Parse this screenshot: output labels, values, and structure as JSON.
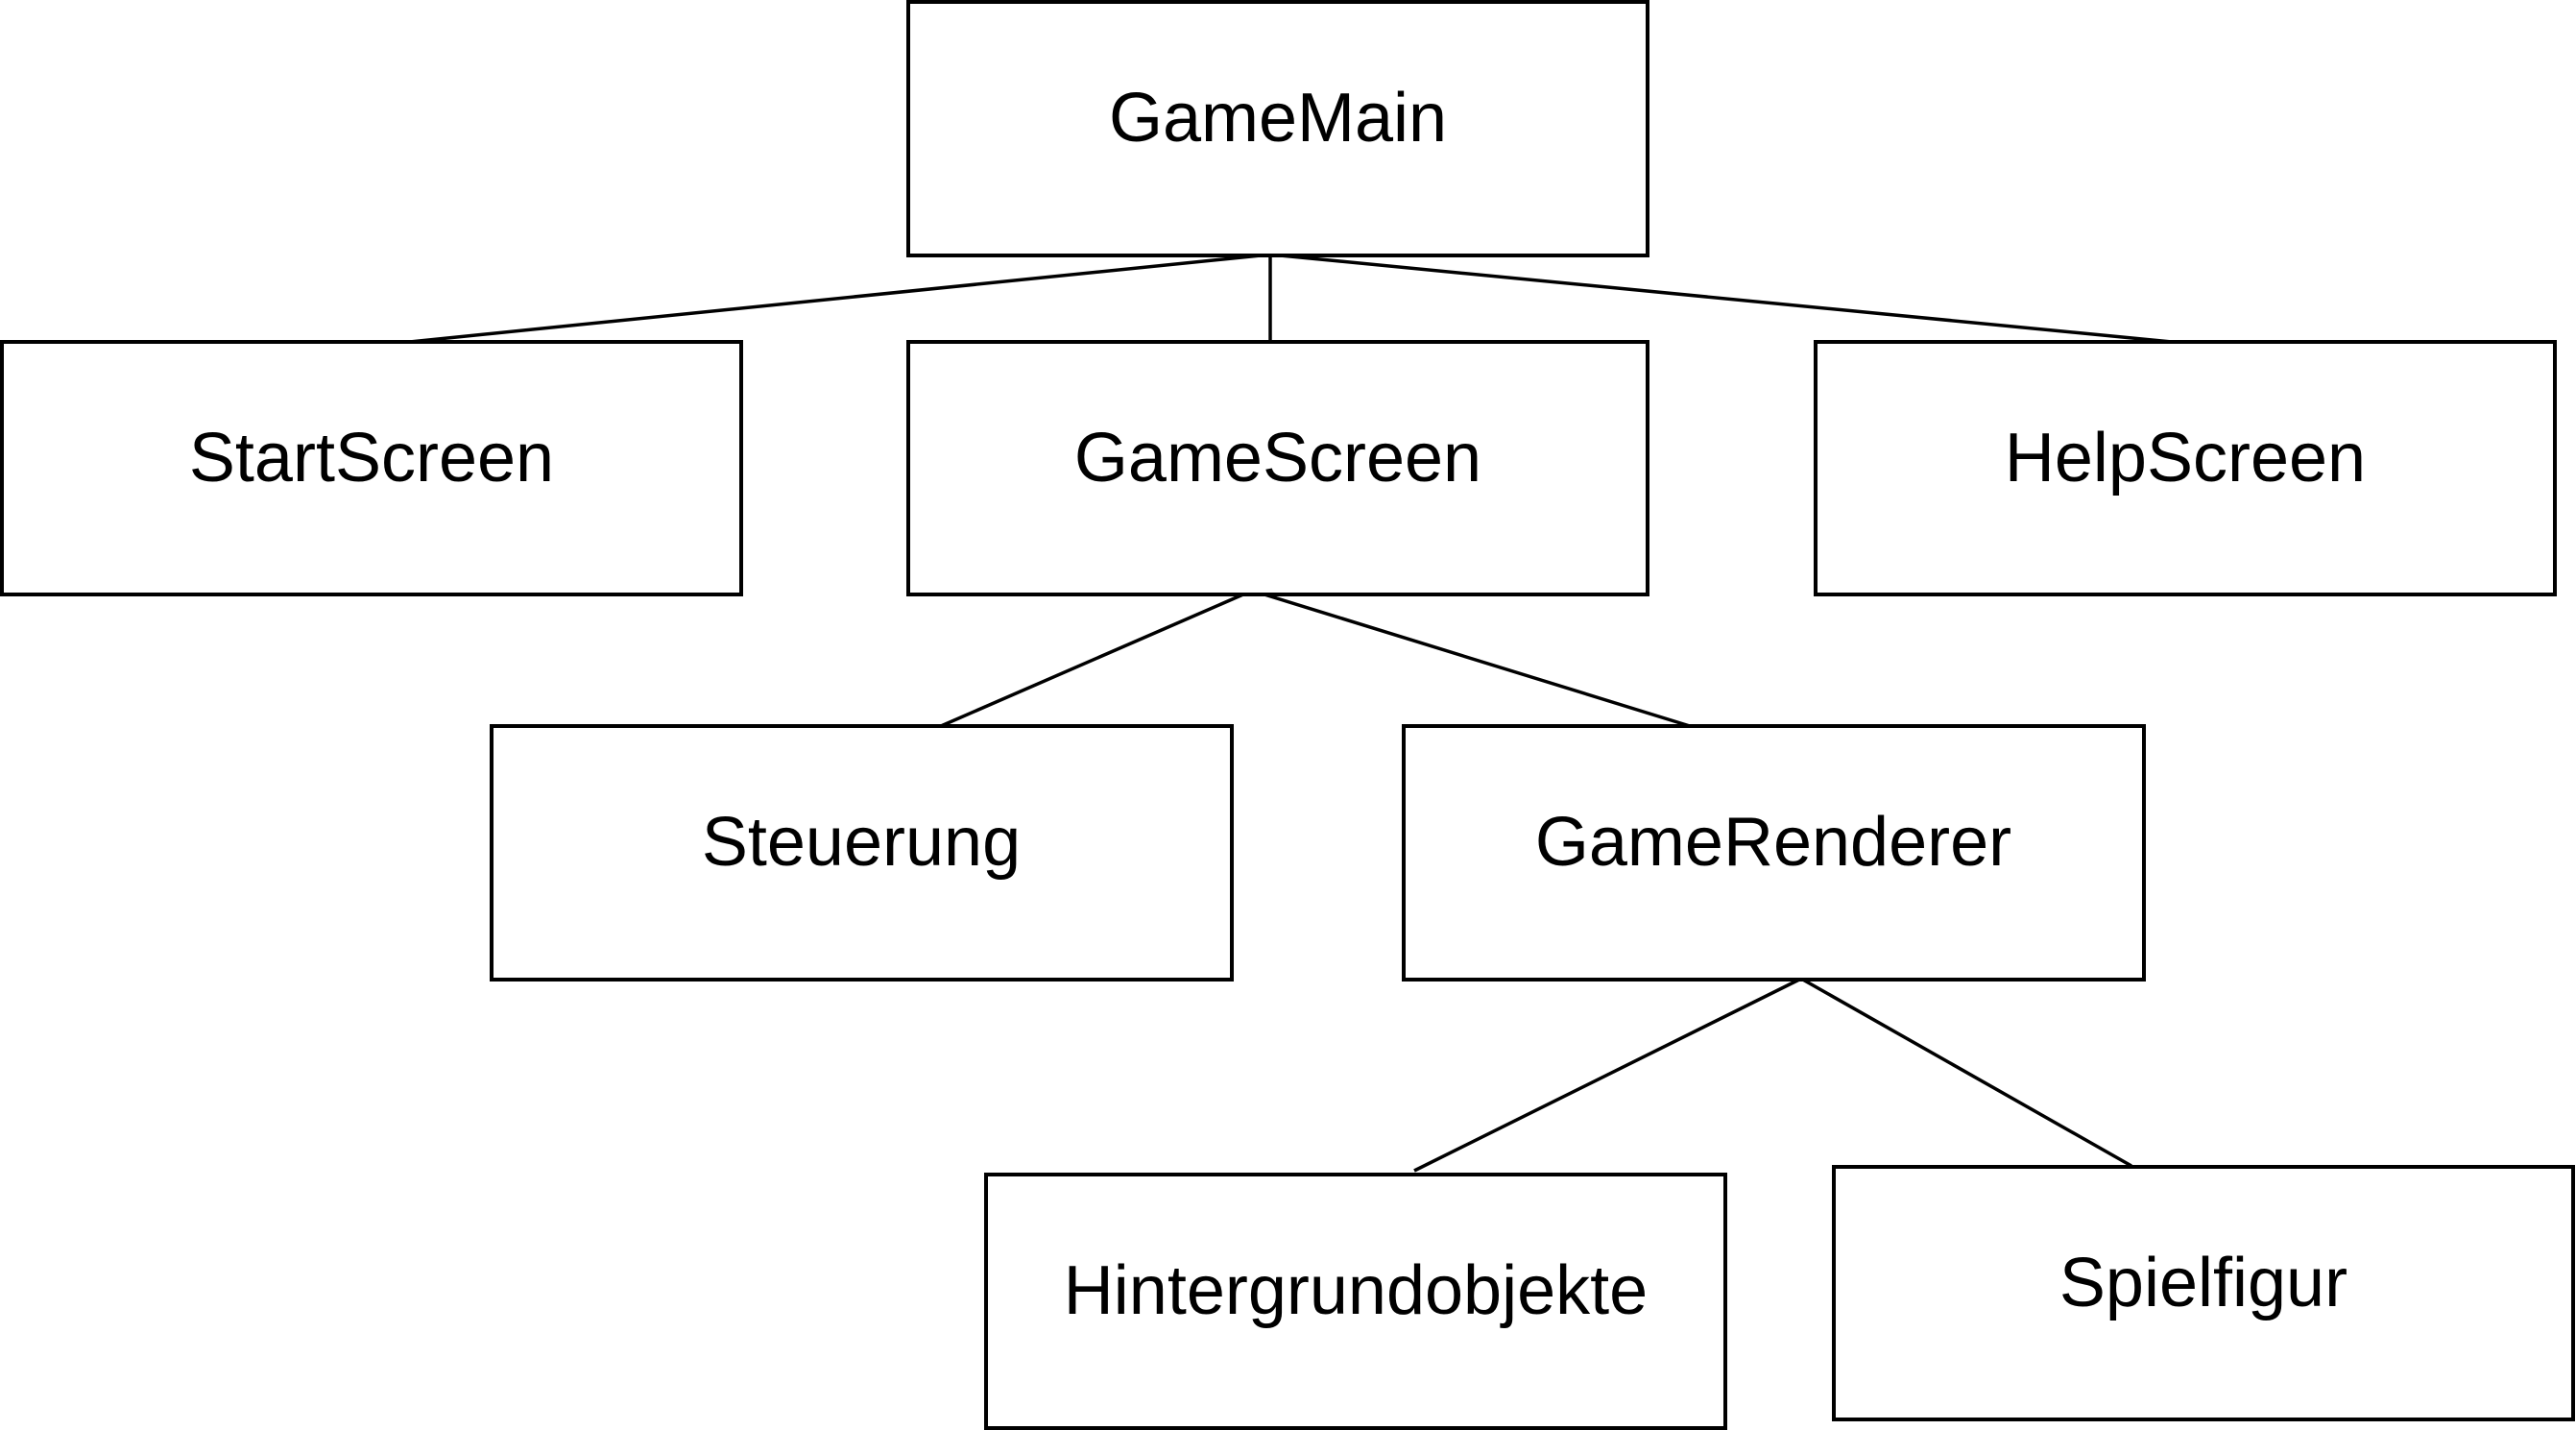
{
  "diagram": {
    "type": "hierarchy",
    "nodes": {
      "game_main": "GameMain",
      "start_screen": "StartScreen",
      "game_screen": "GameScreen",
      "help_screen": "HelpScreen",
      "steuerung": "Steuerung",
      "game_renderer": "GameRenderer",
      "hintergrundobjekte": "Hintergrundobjekte",
      "spielfigur": "Spielfigur"
    },
    "edges": [
      {
        "from": "GameMain",
        "to": "StartScreen"
      },
      {
        "from": "GameMain",
        "to": "GameScreen"
      },
      {
        "from": "GameMain",
        "to": "HelpScreen"
      },
      {
        "from": "GameScreen",
        "to": "Steuerung"
      },
      {
        "from": "GameScreen",
        "to": "GameRenderer"
      },
      {
        "from": "GameRenderer",
        "to": "Hintergrundobjekte"
      },
      {
        "from": "GameRenderer",
        "to": "Spielfigur"
      }
    ]
  }
}
